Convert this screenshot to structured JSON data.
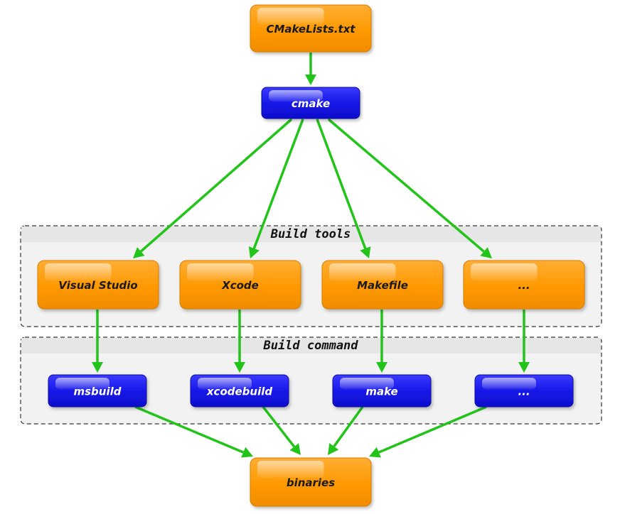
{
  "colors": {
    "orange": "#ff9900",
    "orange_dark": "#d97e00",
    "blue": "#1515e6",
    "blue_dark": "#0a0a9e",
    "arrow": "#22c41a"
  },
  "groups": {
    "build_tools": {
      "title": "Build tools"
    },
    "build_command": {
      "title": "Build command"
    }
  },
  "nodes": {
    "cmakelists": {
      "label": "CMakeLists.txt",
      "style": "orange"
    },
    "cmake": {
      "label": "cmake",
      "style": "blue"
    },
    "visual_studio": {
      "label": "Visual Studio",
      "style": "orange"
    },
    "xcode": {
      "label": "Xcode",
      "style": "orange"
    },
    "makefile": {
      "label": "Makefile",
      "style": "orange"
    },
    "tool_more": {
      "label": "...",
      "style": "orange"
    },
    "msbuild": {
      "label": "msbuild",
      "style": "blue"
    },
    "xcodebuild": {
      "label": "xcodebuild",
      "style": "blue"
    },
    "make": {
      "label": "make",
      "style": "blue"
    },
    "cmd_more": {
      "label": "...",
      "style": "blue"
    },
    "binaries": {
      "label": "binaries",
      "style": "orange"
    }
  },
  "edges": [
    {
      "from": "cmakelists",
      "to": "cmake"
    },
    {
      "from": "cmake",
      "to": "visual_studio"
    },
    {
      "from": "cmake",
      "to": "xcode"
    },
    {
      "from": "cmake",
      "to": "makefile"
    },
    {
      "from": "cmake",
      "to": "tool_more"
    },
    {
      "from": "visual_studio",
      "to": "msbuild"
    },
    {
      "from": "xcode",
      "to": "xcodebuild"
    },
    {
      "from": "makefile",
      "to": "make"
    },
    {
      "from": "tool_more",
      "to": "cmd_more"
    },
    {
      "from": "msbuild",
      "to": "binaries"
    },
    {
      "from": "xcodebuild",
      "to": "binaries"
    },
    {
      "from": "make",
      "to": "binaries"
    },
    {
      "from": "cmd_more",
      "to": "binaries"
    }
  ]
}
